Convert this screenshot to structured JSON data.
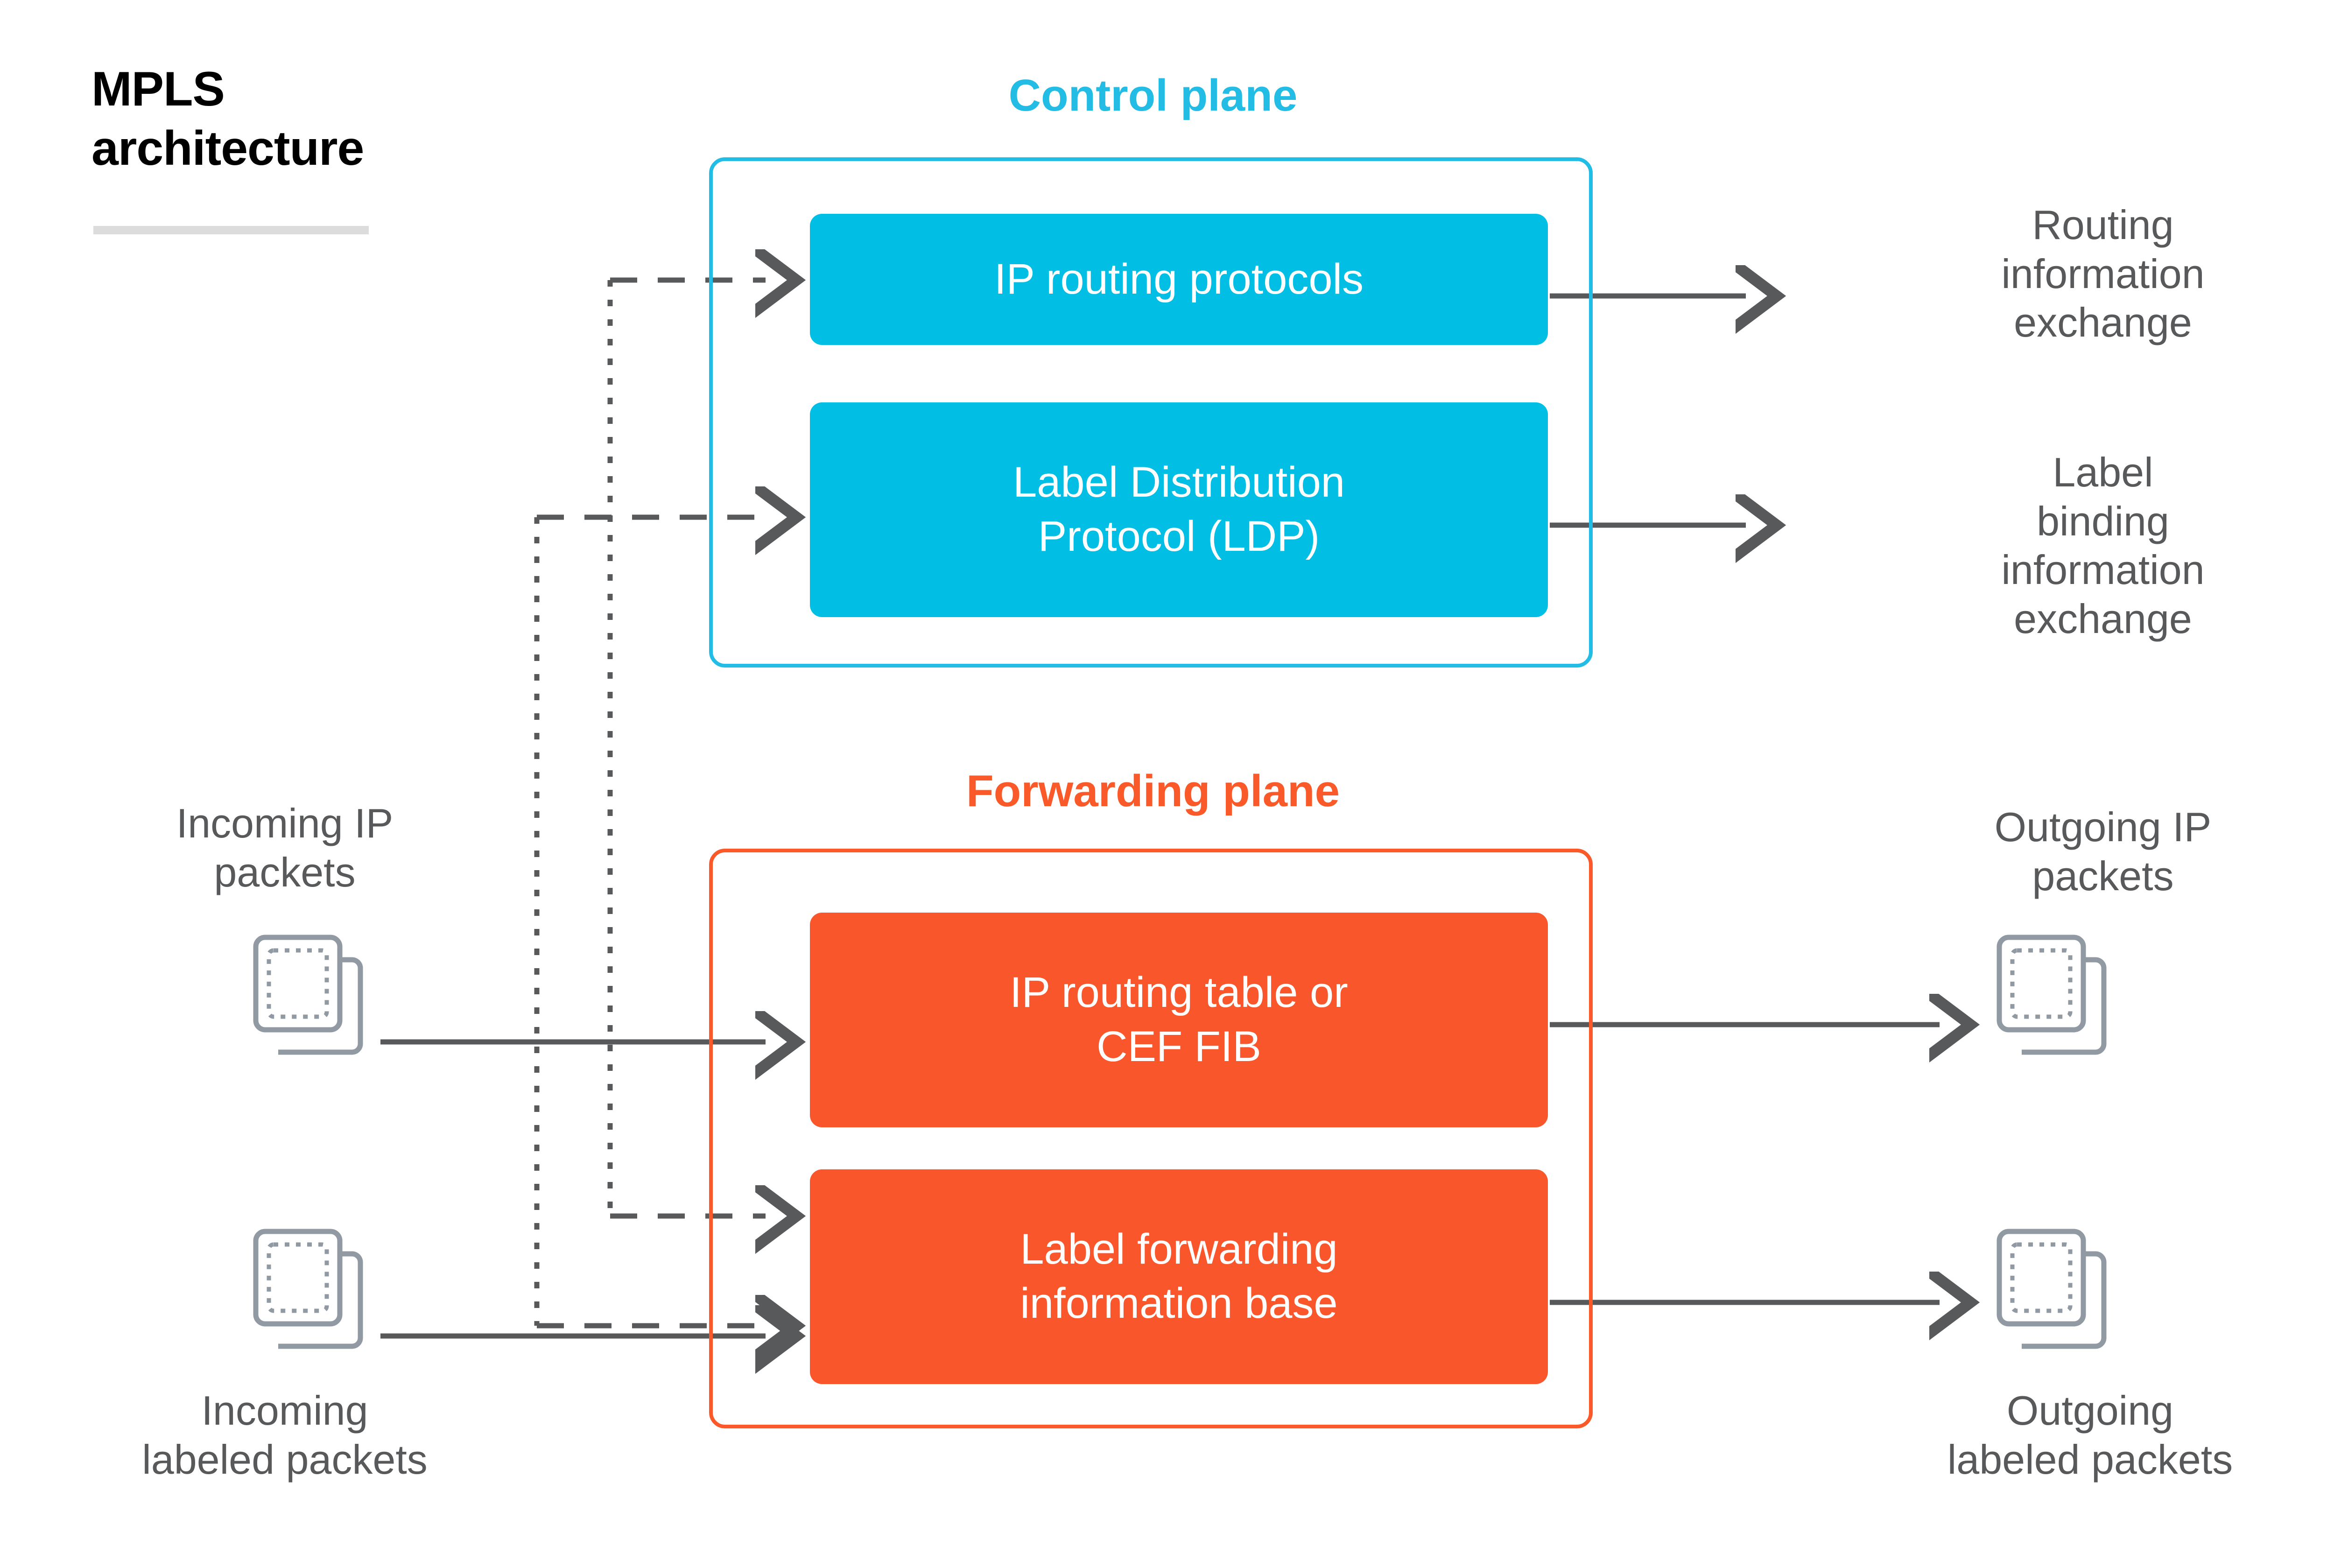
{
  "title": {
    "line1": "MPLS",
    "line2": "architecture"
  },
  "colors": {
    "control_blue": "#22BCE5",
    "node_blue": "#00BEE4",
    "forwarding_orange": "#FA5A2A",
    "node_orange": "#F9562B",
    "label_gray": "#58595B",
    "connector_gray": "#58595B",
    "icon_gray": "#919AA3",
    "rule_gray": "#DCDCDC"
  },
  "planes": {
    "control": {
      "caption": "Control plane",
      "nodes": [
        {
          "label": "IP routing protocols"
        },
        {
          "label": "Label Distribution\nProtocol (LDP)"
        }
      ]
    },
    "forwarding": {
      "caption": "Forwarding plane",
      "nodes": [
        {
          "label": "IP routing table or\nCEF FIB"
        },
        {
          "label": "Label forwarding\ninformation base"
        }
      ]
    }
  },
  "inputs": [
    {
      "label": "Incoming IP\npackets",
      "icon": "packet-icon"
    },
    {
      "label": "Incoming\nlabeled packets",
      "icon": "packet-icon"
    }
  ],
  "outputs": [
    {
      "label": "Routing\ninformation\nexchange"
    },
    {
      "label": "Label\nbinding\ninformation\nexchange"
    },
    {
      "label": "Outgoing IP\npackets",
      "icon": "packet-icon"
    },
    {
      "label": "Outgoing\nlabeled packets",
      "icon": "packet-icon"
    }
  ]
}
